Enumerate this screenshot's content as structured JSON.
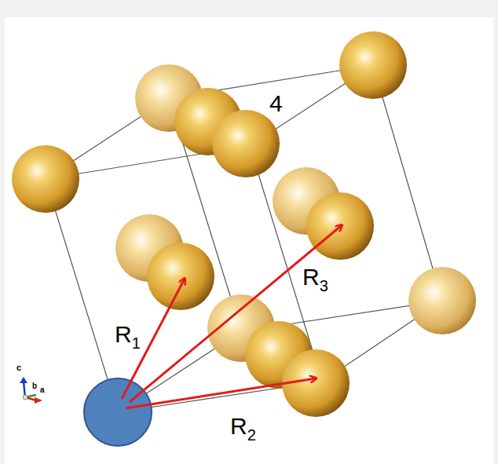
{
  "diagram": {
    "labels": [
      "4",
      "R",
      "1",
      "R",
      "2",
      "R",
      "3",
      "c",
      "b",
      "a"
    ]
  }
}
